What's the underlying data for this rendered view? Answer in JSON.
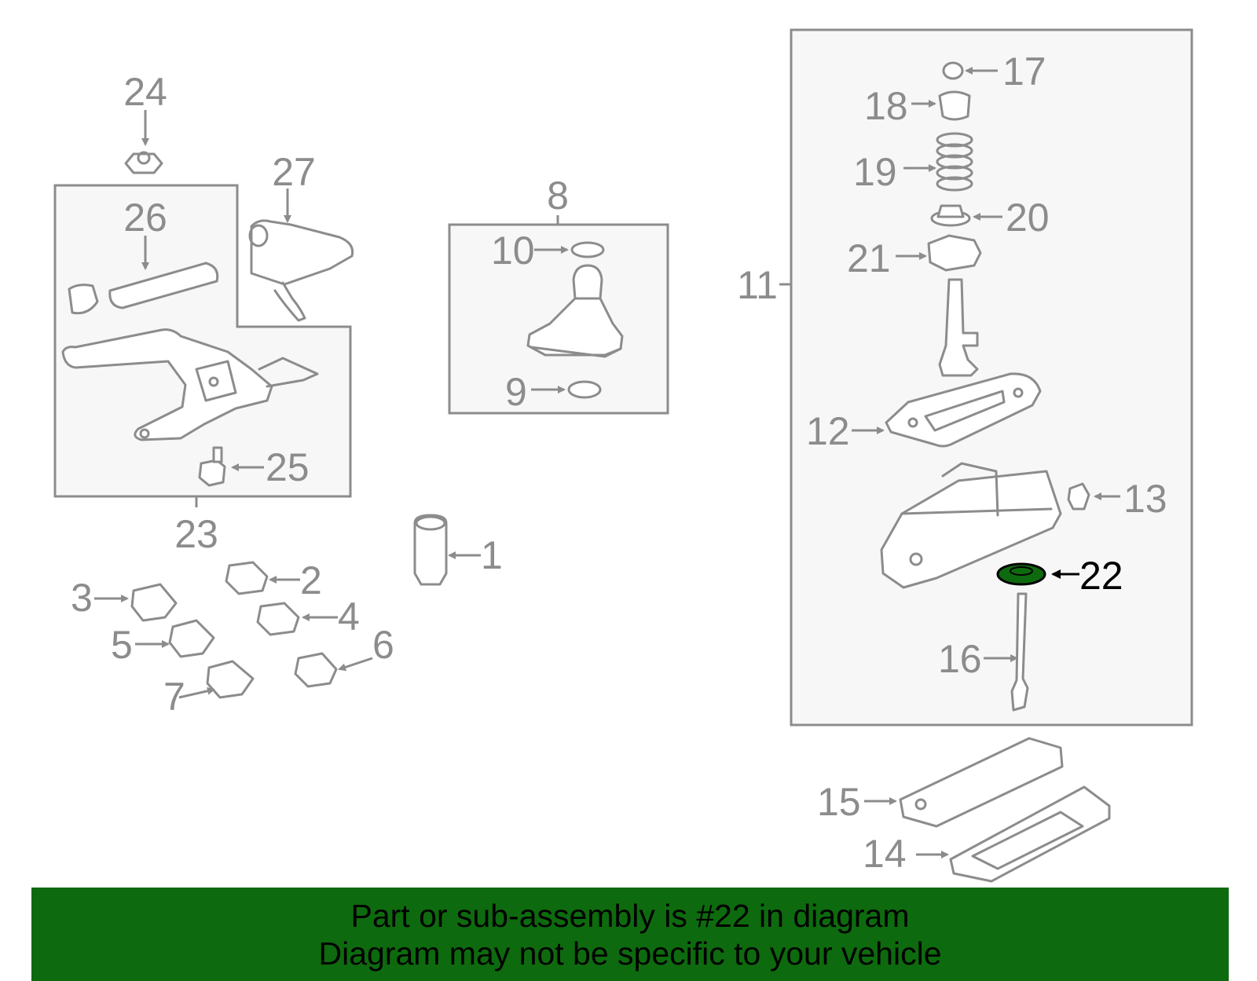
{
  "highlight_color": "#0e6a0e",
  "part_color": "#8c8c8c",
  "labels": {
    "p1": "1",
    "p2": "2",
    "p3": "3",
    "p4": "4",
    "p5": "5",
    "p6": "6",
    "p7": "7",
    "p8": "8",
    "p9": "9",
    "p10": "10",
    "p11": "11",
    "p12": "12",
    "p13": "13",
    "p14": "14",
    "p15": "15",
    "p16": "16",
    "p17": "17",
    "p18": "18",
    "p19": "19",
    "p20": "20",
    "p21": "21",
    "p22": "22",
    "p23": "23",
    "p24": "24",
    "p25": "25",
    "p26": "26",
    "p27": "27"
  },
  "banner": {
    "line1": "Part or sub-assembly is #22 in diagram",
    "line2": "Diagram may not be specific to your vehicle"
  }
}
